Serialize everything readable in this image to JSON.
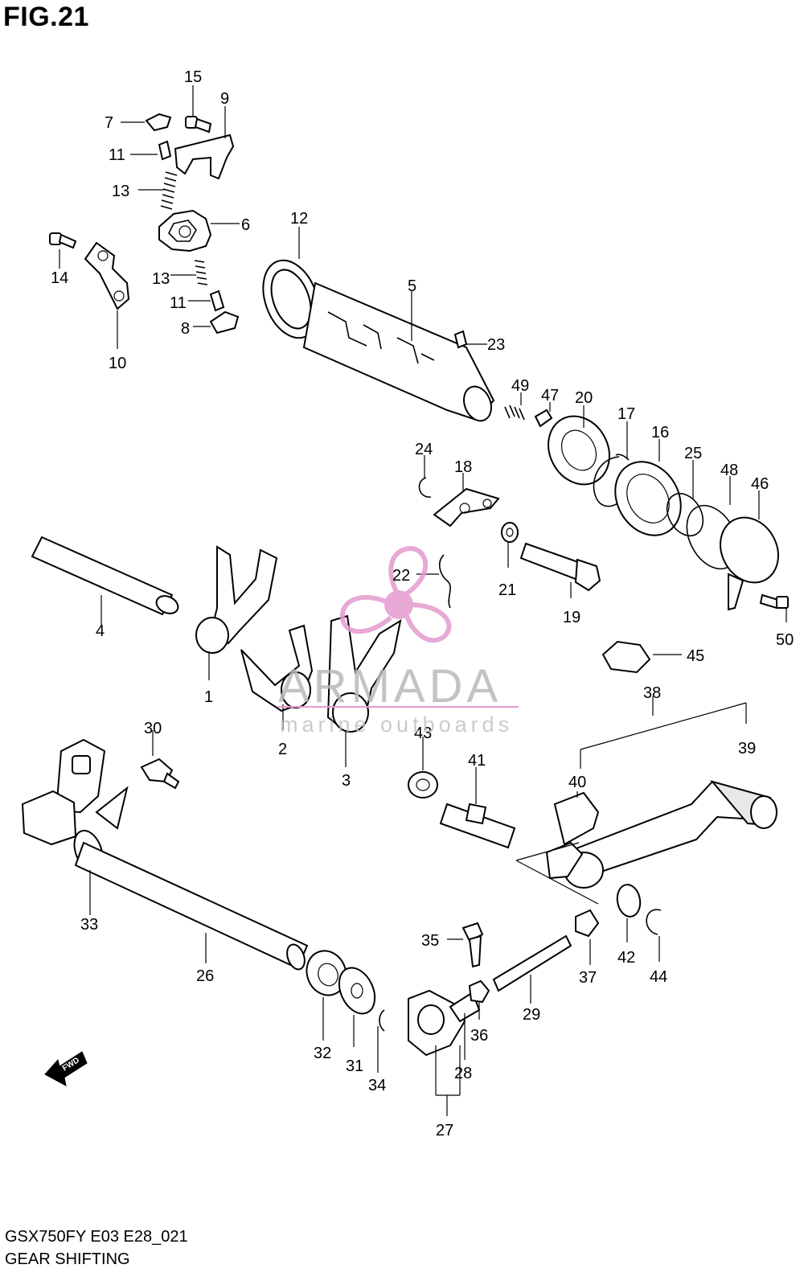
{
  "figure_title": "FIG.21",
  "footer": {
    "code": "GSX750FY E03 E28_021",
    "title": "GEAR SHIFTING"
  },
  "watermark": {
    "brand": "ARMADA",
    "tagline": "marine outboards",
    "accent_color": "#e59bd0"
  },
  "fwd_badge": "FWD",
  "part_labels": {
    "p1": "1",
    "p2": "2",
    "p3": "3",
    "p4": "4",
    "p5": "5",
    "p6": "6",
    "p7": "7",
    "p8": "8",
    "p9": "9",
    "p10": "10",
    "p11a": "11",
    "p11b": "11",
    "p12": "12",
    "p13a": "13",
    "p13b": "13",
    "p14": "14",
    "p15": "15",
    "p16": "16",
    "p17": "17",
    "p18": "18",
    "p19": "19",
    "p20": "20",
    "p21": "21",
    "p22": "22",
    "p23": "23",
    "p24": "24",
    "p25": "25",
    "p26": "26",
    "p27": "27",
    "p28": "28",
    "p29": "29",
    "p30": "30",
    "p31": "31",
    "p32": "32",
    "p33": "33",
    "p34": "34",
    "p35": "35",
    "p36": "36",
    "p37": "37",
    "p38": "38",
    "p39": "39",
    "p40": "40",
    "p41": "41",
    "p42": "42",
    "p43": "43",
    "p44": "44",
    "p45": "45",
    "p46": "46",
    "p47": "47",
    "p48": "48",
    "p49": "49",
    "p50": "50"
  }
}
